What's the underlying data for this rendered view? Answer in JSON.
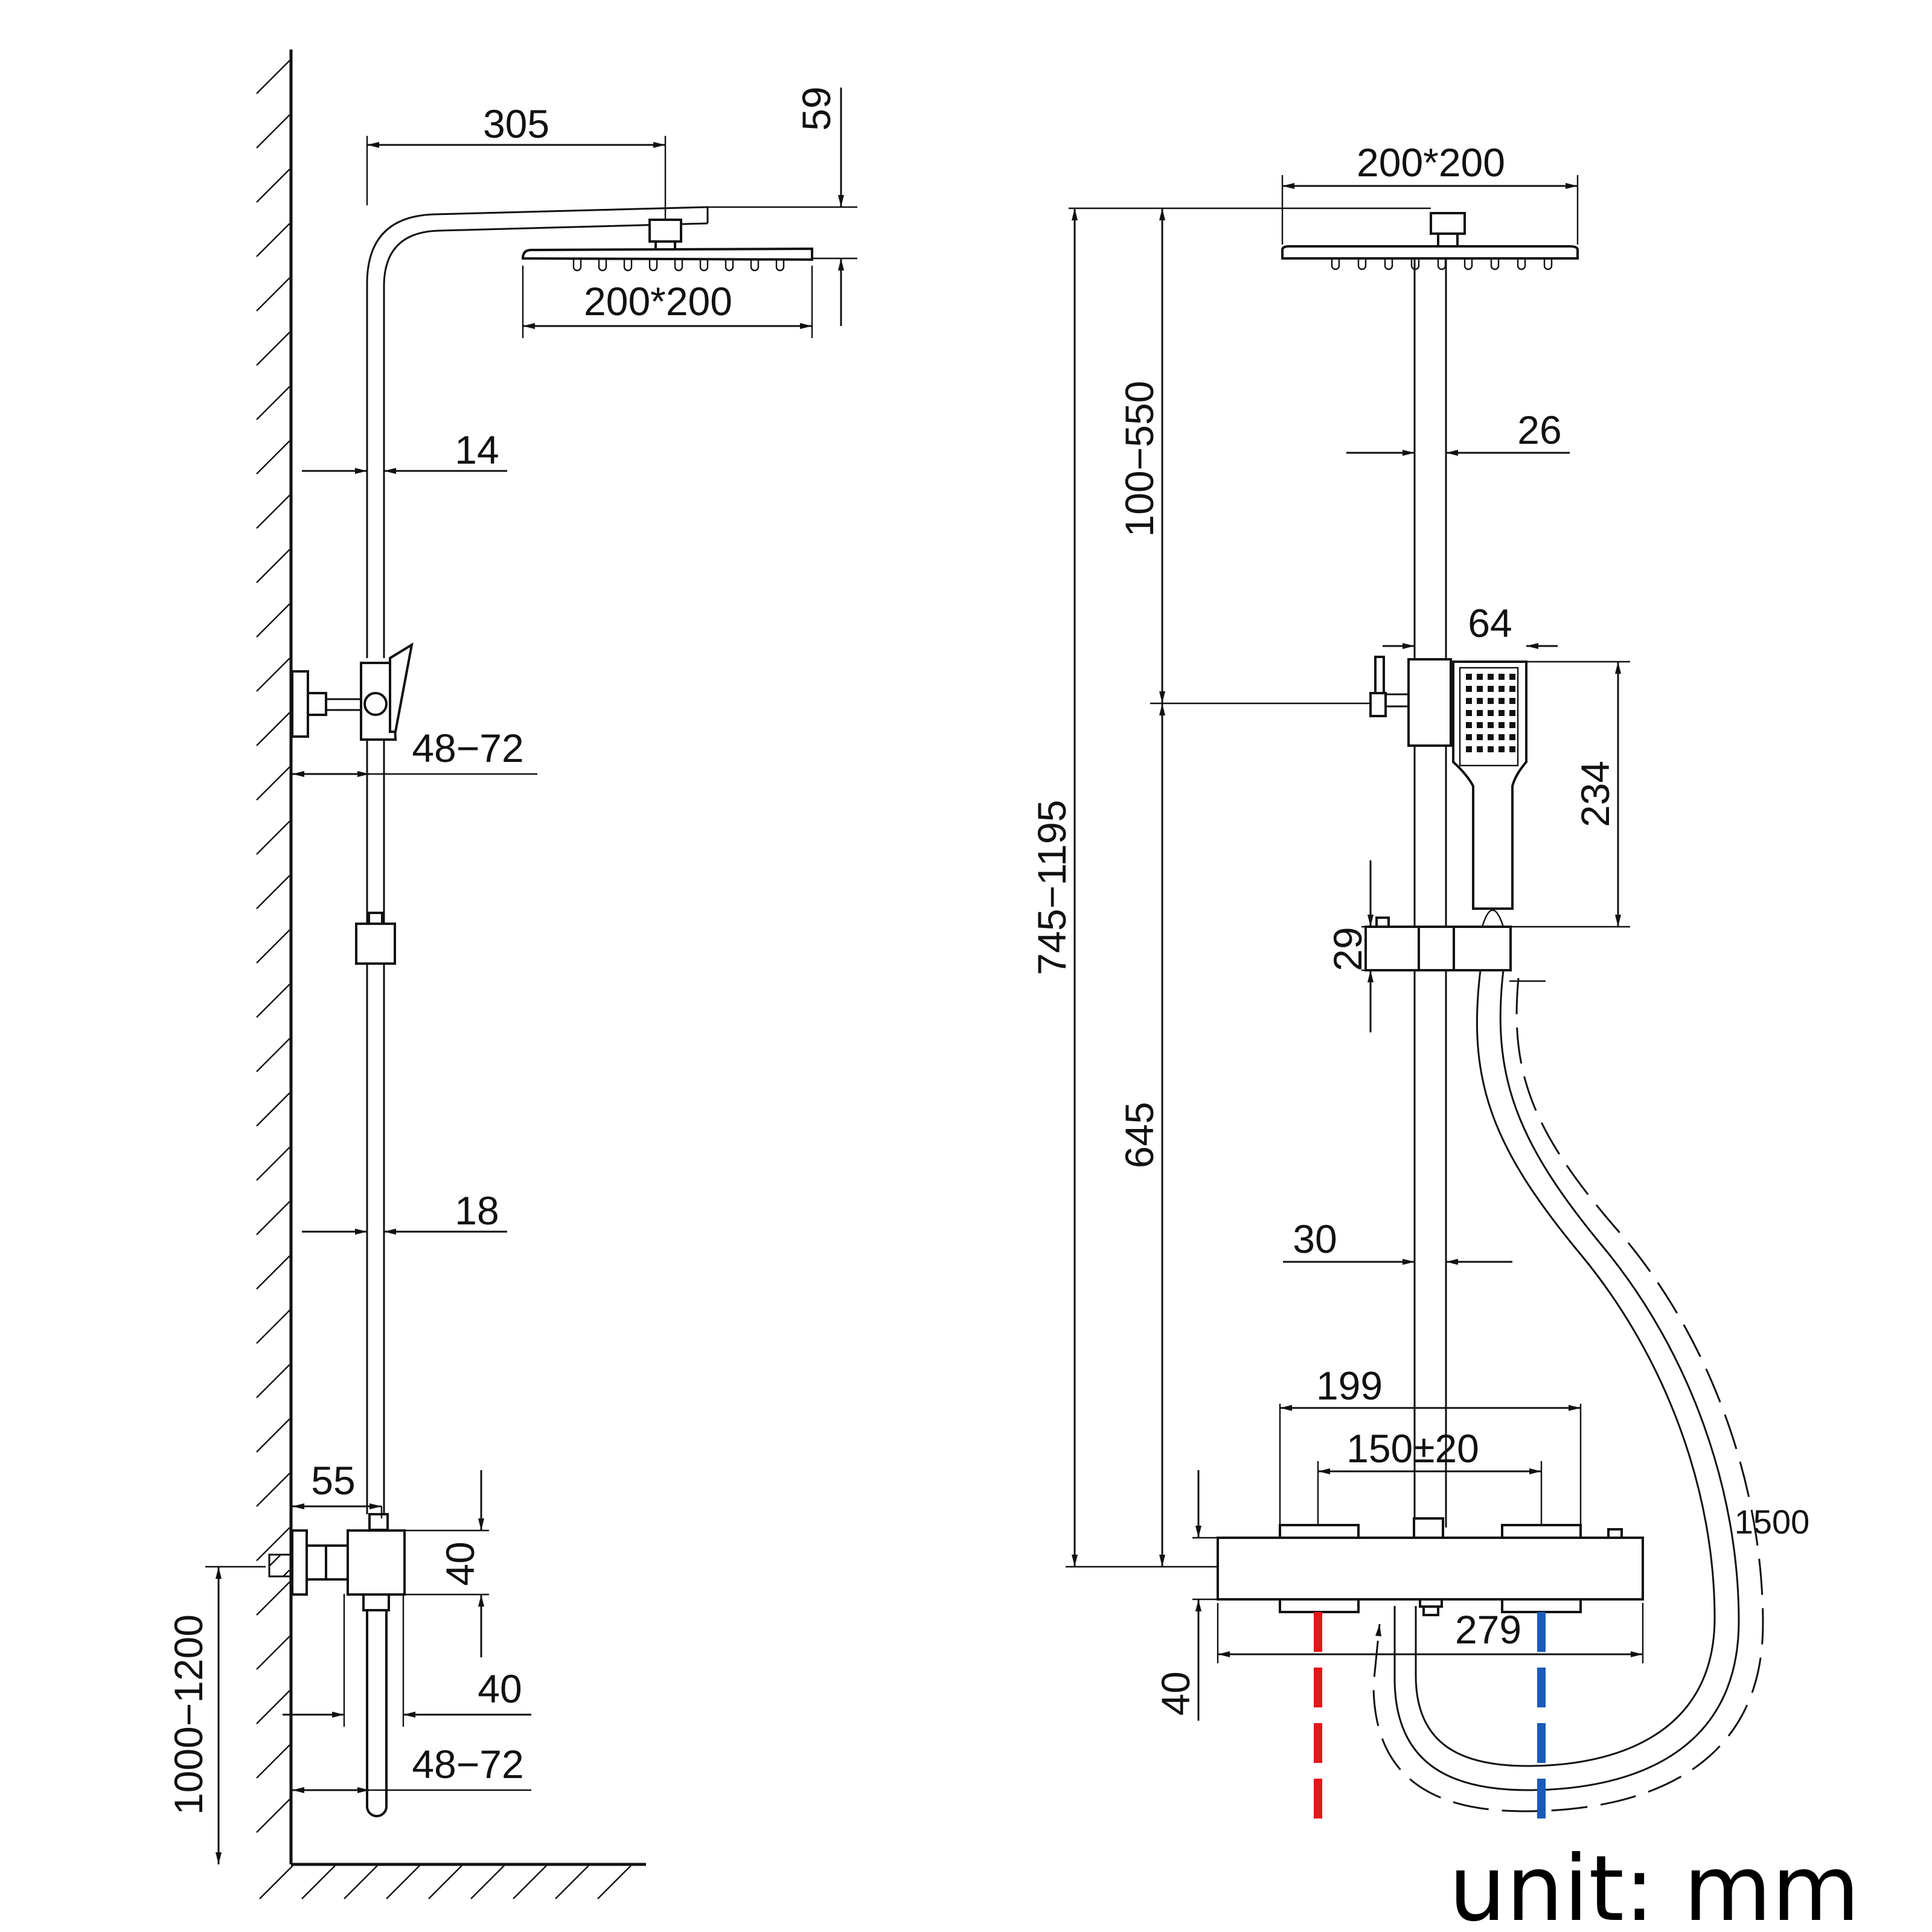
{
  "colors": {
    "hot": "#e8141b",
    "cold": "#1a5bb8",
    "line": "#111111"
  },
  "side": {
    "head_offset": "305",
    "head_height": "59",
    "head_size": "200*200",
    "upper_pipe": "14",
    "bracket_range": "48−72",
    "lower_pipe": "18",
    "valve_offset": "55",
    "valve_height": "40",
    "spout_width": "40",
    "wall_range": "48−72",
    "install_height": "1000−1200"
  },
  "front": {
    "head_size": "200*200",
    "pipe_width": "26",
    "adjust_range": "100−550",
    "total_height": "745−1195",
    "handset_width": "64",
    "handset_length": "234",
    "holder_height": "29",
    "rail_length": "645",
    "rail_width": "30",
    "mixer_width": "199",
    "inlet_spacing": "150±20",
    "hose_length": "1500",
    "body_height": "40",
    "body_length": "279"
  },
  "unit_label": "unit: mm"
}
